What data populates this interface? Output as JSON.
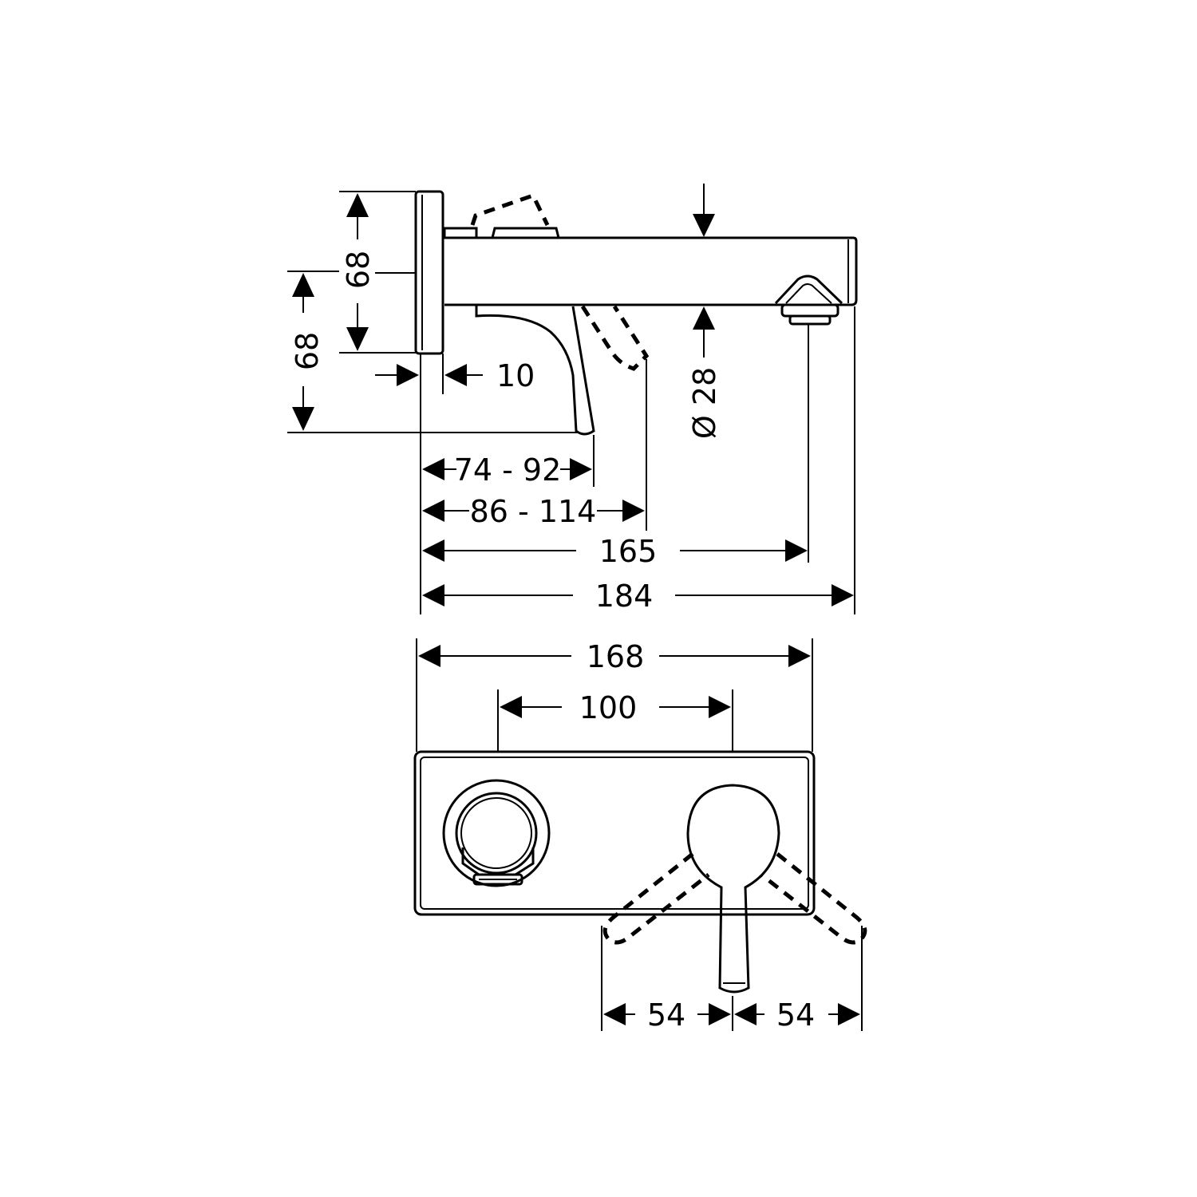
{
  "side_view": {
    "dim_rosette_height": "68",
    "dim_lever_height": "68",
    "dim_rosette_thickness": "10",
    "dim_diameter": "Ø 28",
    "dim_lever_reach": "74 - 92",
    "dim_lever_reach_tilted": "86 - 114",
    "dim_outlet_projection": "165",
    "dim_total_projection": "184"
  },
  "front_view": {
    "dim_plate_width": "168",
    "dim_centers": "100",
    "dim_swing_left": "54",
    "dim_swing_right": "54"
  }
}
